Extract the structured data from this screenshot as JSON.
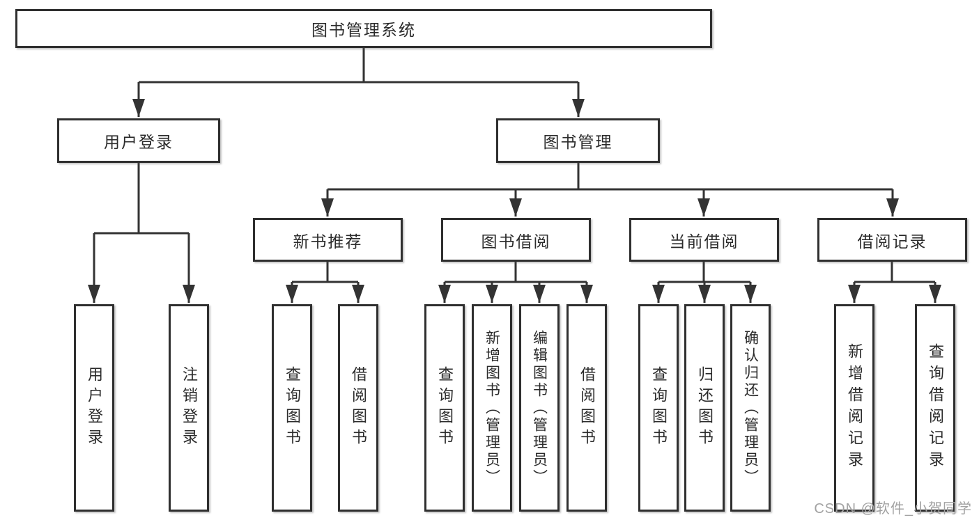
{
  "tree": {
    "root": {
      "label": "图书管理系统"
    },
    "user_login": {
      "label": "用户登录",
      "children": {
        "login": {
          "label": "用户登录"
        },
        "logout": {
          "label": "注销登录"
        }
      }
    },
    "book_mgmt": {
      "label": "图书管理",
      "children": {
        "new_book_rec": {
          "label": "新书推荐",
          "children": {
            "query_books": {
              "label": "查询图书"
            },
            "borrow_books": {
              "label": "借阅图书"
            }
          }
        },
        "book_borrow": {
          "label": "图书借阅",
          "children": {
            "query_books": {
              "label": "查询图书"
            },
            "add_books": {
              "label": "新增图书（管理员）"
            },
            "edit_books": {
              "label": "编辑图书（管理员）"
            },
            "borrow_books": {
              "label": "借阅图书"
            }
          }
        },
        "current_borrow": {
          "label": "当前借阅",
          "children": {
            "query_books": {
              "label": "查询图书"
            },
            "return_books": {
              "label": "归还图书"
            },
            "confirm_return": {
              "label": "确认归还（管理员）"
            }
          }
        },
        "borrow_records": {
          "label": "借阅记录",
          "children": {
            "add_record": {
              "label": "新增借阅记录"
            },
            "query_record": {
              "label": "查询借阅记录"
            }
          }
        }
      }
    }
  },
  "watermark": "CSDN @软件_小贺同学",
  "colors": {
    "canvas_background": "#ffffff",
    "box_background": "#ffffff",
    "box_border": "#2f2f2f",
    "line": "#333333",
    "text": "#2b2b2b",
    "watermark": "#a2a2a2"
  }
}
